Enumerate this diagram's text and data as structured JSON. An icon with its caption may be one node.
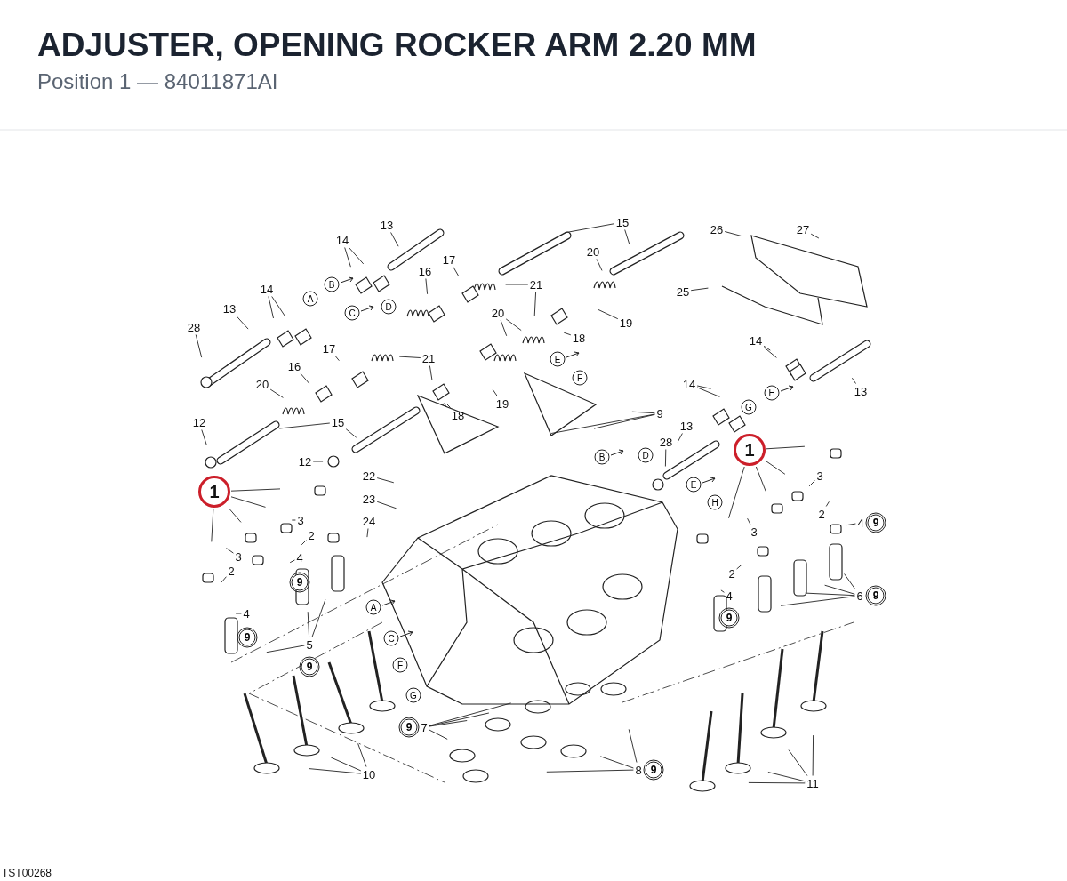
{
  "diagram": {
    "title": "ADJUSTER, OPENING ROCKER ARM 2.20 MM",
    "nodes": [
      {
        "text": [
          "13"
        ]
      },
      {
        "text": [
          "15"
        ]
      },
      {
        "text": [
          "14"
        ]
      },
      {
        "text": [
          "17"
        ]
      },
      {
        "text": [
          "16"
        ]
      },
      {
        "text": [
          "20"
        ]
      },
      {
        "text": [
          "21"
        ]
      },
      {
        "text": [
          "14"
        ]
      },
      {
        "text": [
          "13"
        ]
      },
      {
        "text": [
          "28"
        ]
      },
      {
        "text": [
          "17"
        ]
      },
      {
        "text": [
          "20"
        ]
      },
      {
        "text": [
          "19"
        ]
      },
      {
        "text": [
          "18"
        ]
      },
      {
        "text": [
          "16"
        ]
      },
      {
        "text": [
          "21"
        ]
      },
      {
        "text": [
          "20"
        ]
      },
      {
        "text": [
          "18"
        ]
      },
      {
        "text": [
          "19"
        ]
      },
      {
        "text": [
          "9"
        ]
      },
      {
        "text": [
          "12"
        ]
      },
      {
        "text": [
          "15"
        ]
      },
      {
        "text": [
          "12"
        ]
      },
      {
        "text": [
          "22"
        ]
      },
      {
        "text": [
          "23"
        ]
      },
      {
        "text": [
          "24"
        ]
      },
      {
        "text": [
          "1"
        ]
      },
      {
        "text": [
          "3"
        ]
      },
      {
        "text": [
          "2"
        ]
      },
      {
        "text": [
          "3"
        ]
      },
      {
        "text": [
          "2"
        ]
      },
      {
        "text": [
          "4"
        ]
      },
      {
        "text": [
          "4"
        ]
      },
      {
        "text": [
          "5"
        ]
      },
      {
        "text": [
          "10"
        ]
      },
      {
        "text": [
          "7"
        ]
      },
      {
        "text": [
          "8"
        ]
      },
      {
        "text": [
          "11"
        ]
      },
      {
        "text": [
          "26"
        ]
      },
      {
        "text": [
          "27"
        ]
      },
      {
        "text": [
          "25"
        ]
      },
      {
        "text": [
          "14"
        ]
      },
      {
        "text": [
          "13"
        ]
      },
      {
        "text": [
          "14"
        ]
      },
      {
        "text": [
          "13"
        ]
      },
      {
        "text": [
          "28"
        ]
      },
      {
        "text": [
          "1"
        ]
      },
      {
        "text": [
          "3"
        ]
      },
      {
        "text": [
          "2"
        ]
      },
      {
        "text": [
          "4"
        ]
      },
      {
        "text": [
          "3"
        ]
      },
      {
        "text": [
          "2"
        ]
      },
      {
        "text": [
          "4"
        ]
      },
      {
        "text": [
          "6"
        ]
      }
    ],
    "edges": [
      {
        "from": 0,
        "to": null,
        "arrow": "none"
      },
      {
        "from": 1,
        "to": null,
        "arrow": "none"
      },
      {
        "from": 1,
        "to": null,
        "arrow": "none"
      },
      {
        "from": 2,
        "to": null,
        "arrow": "none"
      },
      {
        "from": 2,
        "to": null,
        "arrow": "none"
      },
      {
        "from": 3,
        "to": null,
        "arrow": "none"
      },
      {
        "from": 4,
        "to": null,
        "arrow": "none"
      },
      {
        "from": 5,
        "to": null,
        "arrow": "none"
      },
      {
        "from": 6,
        "to": null,
        "arrow": "none"
      },
      {
        "from": 6,
        "to": null,
        "arrow": "none"
      },
      {
        "from": 7,
        "to": null,
        "arrow": "none"
      },
      {
        "from": 7,
        "to": null,
        "arrow": "none"
      },
      {
        "from": 8,
        "to": null,
        "arrow": "none"
      },
      {
        "from": 9,
        "to": null,
        "arrow": "none"
      },
      {
        "from": 10,
        "to": null,
        "arrow": "none"
      },
      {
        "from": 11,
        "to": null,
        "arrow": "none"
      },
      {
        "from": 11,
        "to": null,
        "arrow": "none"
      },
      {
        "from": 12,
        "to": null,
        "arrow": "none"
      },
      {
        "from": 13,
        "to": null,
        "arrow": "none"
      },
      {
        "from": 14,
        "to": null,
        "arrow": "none"
      },
      {
        "from": 15,
        "to": null,
        "arrow": "none"
      },
      {
        "from": 15,
        "to": null,
        "arrow": "none"
      },
      {
        "from": 16,
        "to": null,
        "arrow": "none"
      },
      {
        "from": 17,
        "to": null,
        "arrow": "none"
      },
      {
        "from": 18,
        "to": null,
        "arrow": "none"
      },
      {
        "from": 19,
        "to": null,
        "arrow": "none"
      },
      {
        "from": 19,
        "to": null,
        "arrow": "none"
      },
      {
        "from": 19,
        "to": null,
        "arrow": "none"
      },
      {
        "from": 20,
        "to": null,
        "arrow": "none"
      },
      {
        "from": 21,
        "to": null,
        "arrow": "none"
      },
      {
        "from": 21,
        "to": null,
        "arrow": "none"
      },
      {
        "from": 22,
        "to": null,
        "arrow": "none"
      },
      {
        "from": 23,
        "to": null,
        "arrow": "none"
      },
      {
        "from": 24,
        "to": null,
        "arrow": "none"
      },
      {
        "from": 25,
        "to": null,
        "arrow": "none"
      },
      {
        "from": 26,
        "to": null,
        "arrow": "none"
      },
      {
        "from": 26,
        "to": null,
        "arrow": "none"
      },
      {
        "from": 26,
        "to": null,
        "arrow": "none"
      },
      {
        "from": 26,
        "to": null,
        "arrow": "none"
      },
      {
        "from": 27,
        "to": null,
        "arrow": "none"
      },
      {
        "from": 28,
        "to": null,
        "arrow": "none"
      },
      {
        "from": 29,
        "to": null,
        "arrow": "none"
      },
      {
        "from": 30,
        "to": null,
        "arrow": "none"
      },
      {
        "from": 31,
        "to": null,
        "arrow": "none"
      },
      {
        "from": 32,
        "to": null,
        "arrow": "none"
      },
      {
        "from": 33,
        "to": null,
        "arrow": "none"
      },
      {
        "from": 33,
        "to": null,
        "arrow": "none"
      },
      {
        "from": 33,
        "to": null,
        "arrow": "none"
      },
      {
        "from": 34,
        "to": null,
        "arrow": "none"
      },
      {
        "from": 34,
        "to": null,
        "arrow": "none"
      },
      {
        "from": 34,
        "to": null,
        "arrow": "none"
      },
      {
        "from": 35,
        "to": null,
        "arrow": "none"
      },
      {
        "from": 35,
        "to": null,
        "arrow": "none"
      },
      {
        "from": 35,
        "to": null,
        "arrow": "none"
      },
      {
        "from": 35,
        "to": null,
        "arrow": "none"
      },
      {
        "from": 36,
        "to": null,
        "arrow": "none"
      },
      {
        "from": 36,
        "to": null,
        "arrow": "none"
      },
      {
        "from": 36,
        "to": null,
        "arrow": "none"
      },
      {
        "from": 37,
        "to": null,
        "arrow": "none"
      },
      {
        "from": 37,
        "to": null,
        "arrow": "none"
      },
      {
        "from": 37,
        "to": null,
        "arrow": "none"
      },
      {
        "from": 37,
        "to": null,
        "arrow": "none"
      },
      {
        "from": 38,
        "to": null,
        "arrow": "none"
      },
      {
        "from": 39,
        "to": null,
        "arrow": "none"
      },
      {
        "from": 40,
        "to": null,
        "arrow": "none"
      },
      {
        "from": 41,
        "to": null,
        "arrow": "none"
      },
      {
        "from": 41,
        "to": null,
        "arrow": "none"
      },
      {
        "from": 42,
        "to": null,
        "arrow": "none"
      },
      {
        "from": 43,
        "to": null,
        "arrow": "none"
      },
      {
        "from": 43,
        "to": null,
        "arrow": "none"
      },
      {
        "from": 44,
        "to": null,
        "arrow": "none"
      },
      {
        "from": 45,
        "to": null,
        "arrow": "none"
      },
      {
        "from": 46,
        "to": null,
        "arrow": "none"
      },
      {
        "from": 46,
        "to": null,
        "arrow": "none"
      },
      {
        "from": 46,
        "to": null,
        "arrow": "none"
      },
      {
        "from": 46,
        "to": null,
        "arrow": "none"
      },
      {
        "from": 47,
        "to": null,
        "arrow": "none"
      },
      {
        "from": 48,
        "to": null,
        "arrow": "none"
      },
      {
        "from": 49,
        "to": null,
        "arrow": "none"
      },
      {
        "from": 50,
        "to": null,
        "arrow": "none"
      },
      {
        "from": 51,
        "to": null,
        "arrow": "none"
      },
      {
        "from": 52,
        "to": null,
        "arrow": "none"
      },
      {
        "from": 53,
        "to": null,
        "arrow": "none"
      },
      {
        "from": 53,
        "to": null,
        "arrow": "none"
      },
      {
        "from": 53,
        "to": null,
        "arrow": "none"
      },
      {
        "from": 53,
        "to": null,
        "arrow": "none"
      }
    ],
    "labels": [
      "Position 1 — 84011871AI",
      "B",
      "A",
      "D",
      "C",
      "E",
      "F",
      "H",
      "G",
      "D",
      "B",
      "E",
      "H",
      "A",
      "C",
      "F",
      "G",
      "9",
      "9",
      "9",
      "9",
      "9",
      "9",
      "9",
      "9",
      "TST00268"
    ]
  }
}
